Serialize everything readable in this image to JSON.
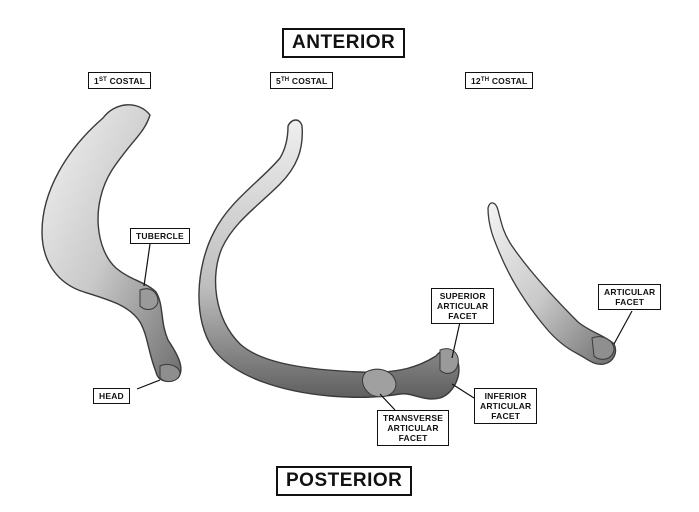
{
  "titles": {
    "top": "ANTERIOR",
    "bottom": "POSTERIOR"
  },
  "ribs": [
    {
      "number": "1",
      "suffix": "ST",
      "word": "COSTAL"
    },
    {
      "number": "5",
      "suffix": "TH",
      "word": "COSTAL"
    },
    {
      "number": "12",
      "suffix": "TH",
      "word": "COSTAL"
    }
  ],
  "labels": {
    "tubercle": "TUBERCLE",
    "head": "HEAD",
    "superior": [
      "SUPERIOR",
      "ARTICULAR",
      "FACET"
    ],
    "inferior": [
      "INFERIOR",
      "ARTICULAR",
      "FACET"
    ],
    "transverse": [
      "TRANSVERSE",
      "ARTICULAR",
      "FACET"
    ],
    "articular": [
      "ARTICULAR",
      "FACET"
    ]
  },
  "colors": {
    "bone_light": "#f2f2f2",
    "bone_mid": "#b8b8b8",
    "bone_dark": "#555555",
    "border": "#111111"
  }
}
